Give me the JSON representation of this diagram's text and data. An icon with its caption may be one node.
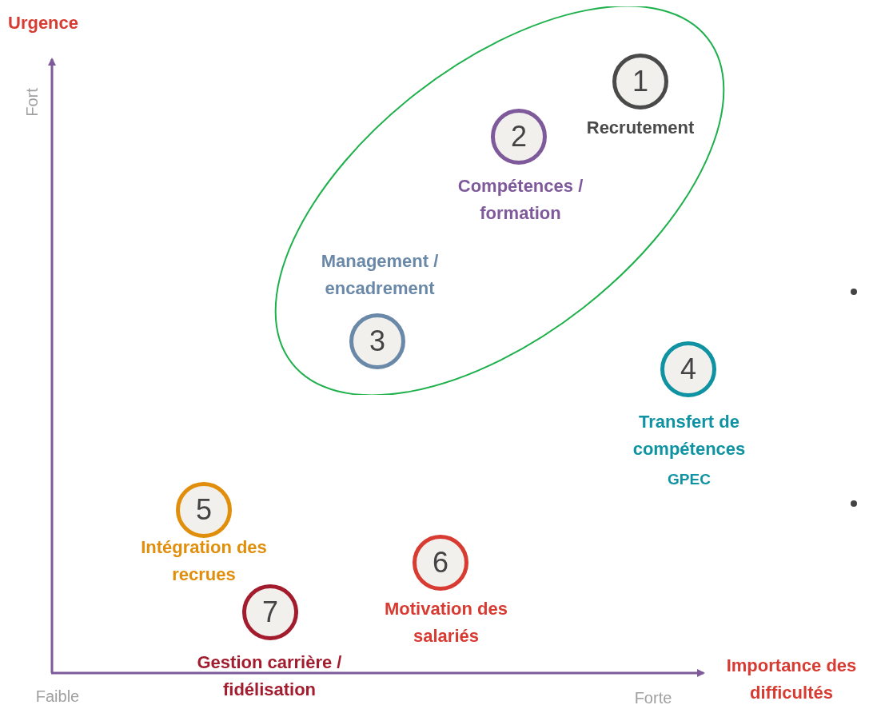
{
  "diagram": {
    "nodes": [
      {
        "text": [],
        "shape": "ellipse"
      },
      {
        "text": [
          "1"
        ],
        "in": 0,
        "beside": [
          "Recrutement"
        ]
      },
      {
        "text": [
          "2"
        ],
        "in": 0,
        "beside": [
          "Compétences / formation"
        ]
      },
      {
        "text": [
          "3"
        ],
        "in": 0,
        "beside": [
          "Management / encadrement"
        ]
      },
      {
        "text": [
          "4"
        ],
        "beside": [
          "Transfert de compétences",
          "GPEC"
        ]
      },
      {
        "text": [
          "5"
        ],
        "beside": [
          "Intégration des recrues"
        ]
      },
      {
        "text": [
          "6"
        ],
        "beside": [
          "Motivation des salariés"
        ]
      },
      {
        "text": [
          "7"
        ],
        "beside": [
          "Gestion carrière / fidélisation"
        ]
      }
    ],
    "labels": [
      "Urgence",
      "Fort",
      "Faible",
      "Forte",
      "Importance des difficultés"
    ]
  }
}
